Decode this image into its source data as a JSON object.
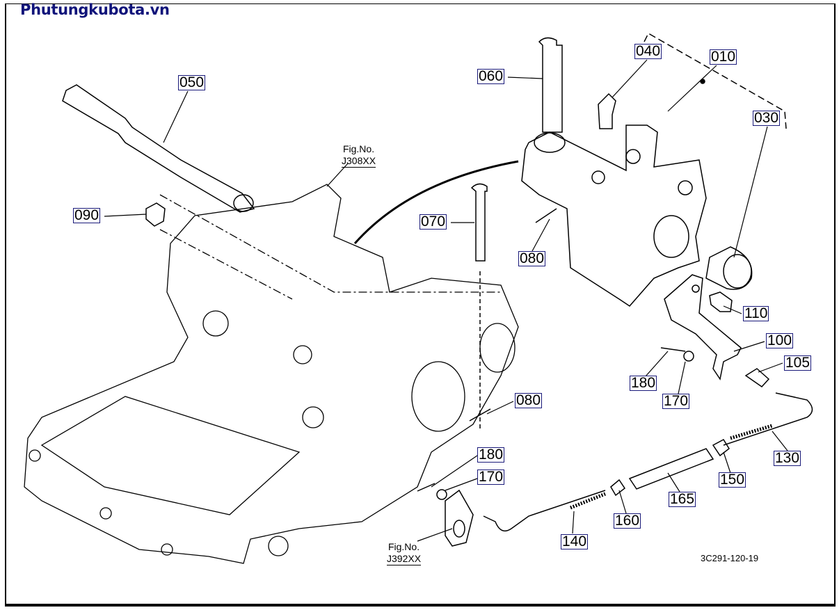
{
  "brand": "Phutungkubota.vn",
  "diagram_code": "3C291-120-19",
  "fig_refs": [
    {
      "title": "Fig.No.",
      "number": "J308XX"
    },
    {
      "title": "Fig.No.",
      "number": "J392XX"
    }
  ],
  "callouts": [
    "050",
    "060",
    "040",
    "010",
    "030",
    "090",
    "070",
    "080",
    "110",
    "100",
    "105",
    "180",
    "170",
    "080",
    "180",
    "170",
    "130",
    "150",
    "165",
    "160",
    "140"
  ],
  "colors": {
    "brand": "#0f137a",
    "callout_border": "#1a1a7a"
  }
}
